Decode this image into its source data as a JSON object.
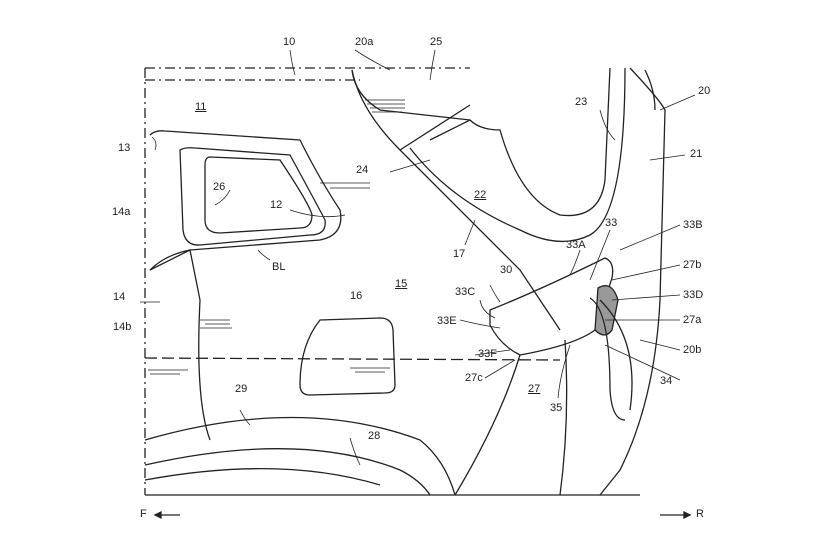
{
  "labels": {
    "l10": "10",
    "l20a": "20a",
    "l25": "25",
    "l20": "20",
    "l11": "11",
    "l23": "23",
    "l13": "13",
    "l21": "21",
    "l24": "24",
    "l26": "26",
    "l22": "22",
    "l14a": "14a",
    "l12": "12",
    "l17": "17",
    "l33": "33",
    "l33B": "33B",
    "l33A": "33A",
    "l27b": "27b",
    "lBL": "BL",
    "l30": "30",
    "l15": "15",
    "l14": "14",
    "l16": "16",
    "l33C": "33C",
    "l33D": "33D",
    "l14b": "14b",
    "l33E": "33E",
    "l27a": "27a",
    "l33F": "33F",
    "l20b": "20b",
    "l27c": "27c",
    "l27": "27",
    "l34": "34",
    "l29": "29",
    "l35": "35",
    "l28": "28"
  },
  "directions": {
    "front": "F",
    "rear": "R"
  }
}
